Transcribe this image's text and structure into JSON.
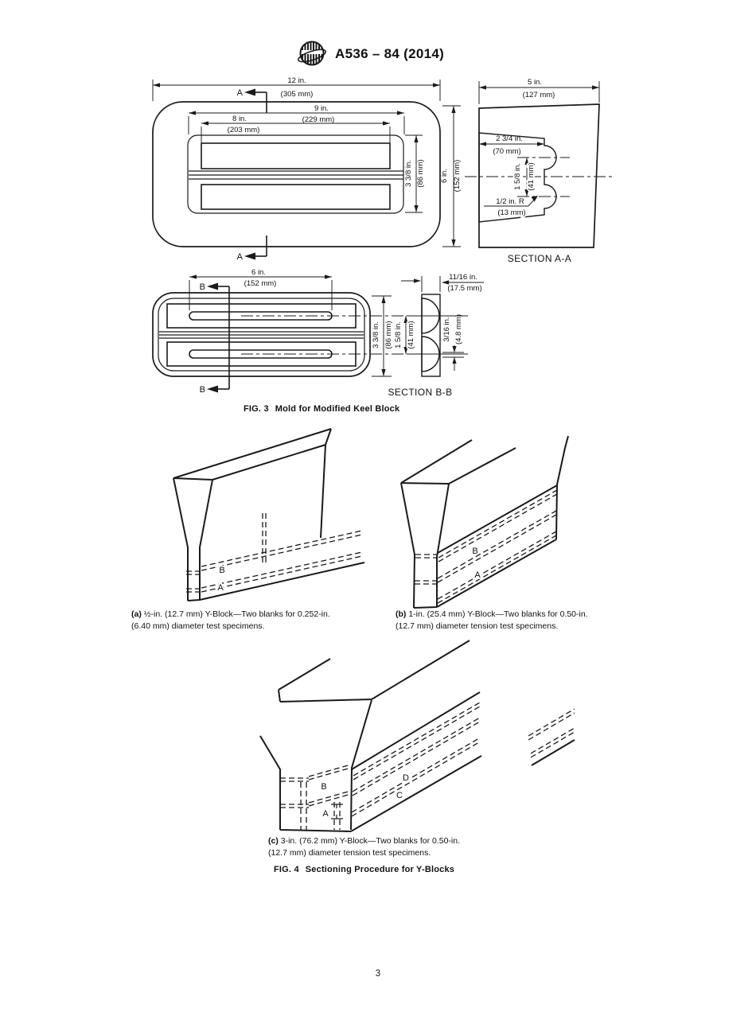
{
  "page": {
    "number": "3"
  },
  "header": {
    "title": "A536 – 84 (2014)",
    "logo": "astm-logo"
  },
  "fig3": {
    "fig_label": "FIG. 3",
    "caption": "Mold for Modified Keel Block",
    "section_aa": "SECTION A-A",
    "section_bb": "SECTION B-B",
    "cut_a": "A",
    "cut_b": "B",
    "dims": {
      "d12in": {
        "in_label": "12 in.",
        "mm_label": "(305 mm)"
      },
      "d9in": {
        "in_label": "9 in.",
        "mm_label": "(229 mm)"
      },
      "d8in": {
        "in_label": "8 in.",
        "mm_label": "(203 mm)"
      },
      "d338": {
        "in_label": "3 3/8 in.",
        "mm_label": "(86 mm)"
      },
      "d6in_h": {
        "in_label": "6 in.",
        "mm_label": "(152 mm)"
      },
      "d5in": {
        "in_label": "5 in.",
        "mm_label": "(127 mm)"
      },
      "d234": {
        "in_label": "2 3/4 in.",
        "mm_label": "(70 mm)"
      },
      "d158": {
        "in_label": "1 5/8 in.",
        "mm_label": "(41 mm)"
      },
      "dhalf_r": {
        "in_label": "1/2 in. R",
        "mm_label": "(13 mm)"
      },
      "d6in_slot": {
        "in_label": "6 in.",
        "mm_label": "(152 mm)"
      },
      "d1116": {
        "in_label": "11/16 in.",
        "mm_label": "(17.5 mm)"
      },
      "d316": {
        "in_label": "3/16 in.",
        "mm_label": "(4.8 mm)"
      }
    }
  },
  "fig4": {
    "fig_label": "FIG. 4",
    "caption": "Sectioning Procedure for Y-Blocks",
    "block_a": {
      "prefix": "(a)",
      "caption_line1": " ½-in. (12.7 mm) Y-Block—Two blanks for 0.252-in.",
      "caption_line2": "(6.40 mm) diameter test specimens.",
      "label_a": "A",
      "label_b": "B"
    },
    "block_b": {
      "prefix": "(b)",
      "caption_line1": " 1-in. (25.4 mm) Y-Block—Two blanks for 0.50-in.",
      "caption_line2": "(12.7 mm) diameter tension test specimens.",
      "label_a": "A",
      "label_b": "B"
    },
    "block_c": {
      "prefix": "(c)",
      "caption_line1": " 3-in. (76.2 mm) Y-Block—Two blanks for 0.50-in.",
      "caption_line2": "(12.7 mm) diameter tension test specimens.",
      "label_a": "A",
      "label_b": "B",
      "label_c": "C",
      "label_d": "D"
    }
  }
}
